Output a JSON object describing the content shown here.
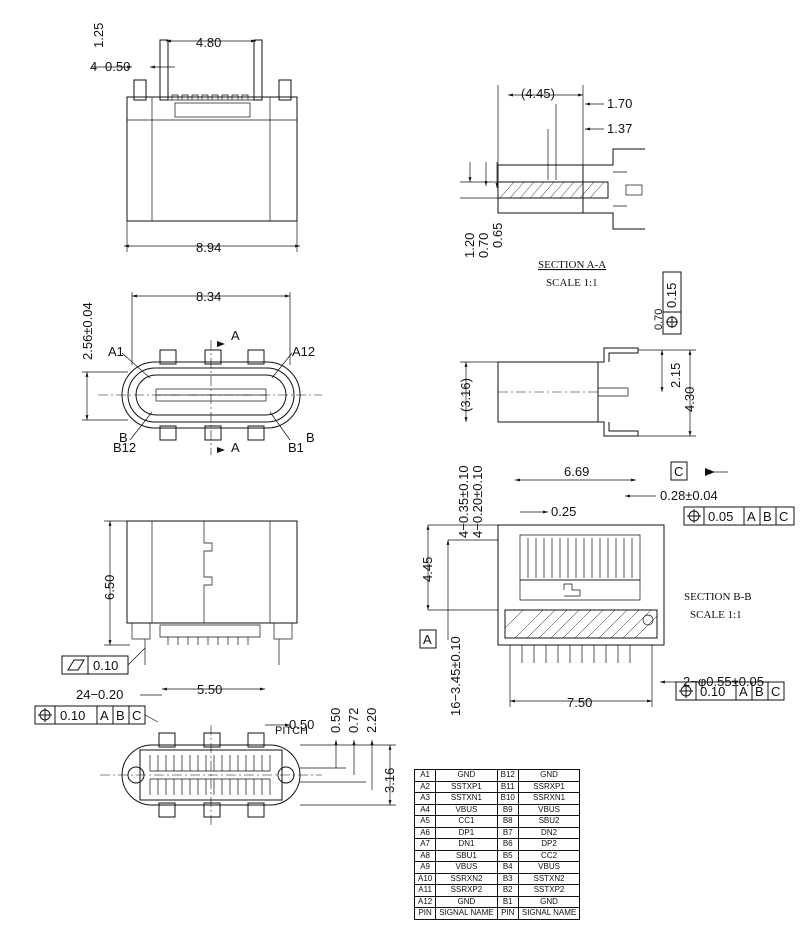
{
  "top_view": {
    "dims": [
      "1.25",
      "4.80",
      "4",
      "0.50",
      "8.94"
    ]
  },
  "front_view": {
    "dims": [
      "8.34",
      "2.56±0.04"
    ],
    "labels": [
      "A1",
      "A12",
      "B12",
      "B1",
      "A",
      "A",
      "B",
      "B"
    ]
  },
  "side_view": {
    "dims": [
      "6.50"
    ],
    "flatness": "0.10"
  },
  "bottom_view": {
    "dims": [
      "24−0.20",
      "5.50",
      "0.50",
      "PITCH",
      "0.50",
      "0.72",
      "2.20",
      "3.16"
    ],
    "position_tol": {
      "value": "0.10",
      "refs": [
        "A",
        "B",
        "C"
      ]
    }
  },
  "section_aa": {
    "dims": [
      "(4.45)",
      "1.70",
      "1.37",
      "1.20",
      "0.70",
      "0.65"
    ],
    "title": "SECTION A-A",
    "scale": "SCALE 1:1"
  },
  "right_side_view": {
    "dims": [
      "0.70",
      "0.15",
      "(3.16)",
      "2.15",
      "4.30"
    ]
  },
  "section_bb": {
    "dims": [
      "4−0.35±0.10",
      "4−0.20±0.10",
      "6.69",
      "0.25",
      "0.28±0.04",
      "4.45",
      "16−3.45±0.10",
      "7.50",
      "2−φ0.55±0.05"
    ],
    "datum_c": "C",
    "datum_a": "A",
    "tol_top": {
      "value": "0.05",
      "refs": [
        "A",
        "B",
        "C"
      ]
    },
    "tol_bottom": {
      "value": "0.10",
      "refs": [
        "A",
        "B",
        "C"
      ]
    },
    "title": "SECTION B-B",
    "scale": "SCALE 1:1"
  },
  "pin_table": {
    "rows": [
      [
        "A1",
        "GND",
        "B12",
        "GND"
      ],
      [
        "A2",
        "SSTXP1",
        "B11",
        "SSRXP1"
      ],
      [
        "A3",
        "SSTXN1",
        "B10",
        "SSRXN1"
      ],
      [
        "A4",
        "VBUS",
        "B9",
        "VBUS"
      ],
      [
        "A5",
        "CC1",
        "B8",
        "SBU2"
      ],
      [
        "A6",
        "DP1",
        "B7",
        "DN2"
      ],
      [
        "A7",
        "DN1",
        "B6",
        "DP2"
      ],
      [
        "A8",
        "SBU1",
        "B5",
        "CC2"
      ],
      [
        "A9",
        "VBUS",
        "B4",
        "VBUS"
      ],
      [
        "A10",
        "SSRXN2",
        "B3",
        "SSTXN2"
      ],
      [
        "A11",
        "SSRXP2",
        "B2",
        "SSTXP2"
      ],
      [
        "A12",
        "GND",
        "B1",
        "GND"
      ]
    ],
    "footer": [
      "PIN",
      "SIGNAL NAME",
      "PIN",
      "SIGNAL NAME"
    ]
  }
}
